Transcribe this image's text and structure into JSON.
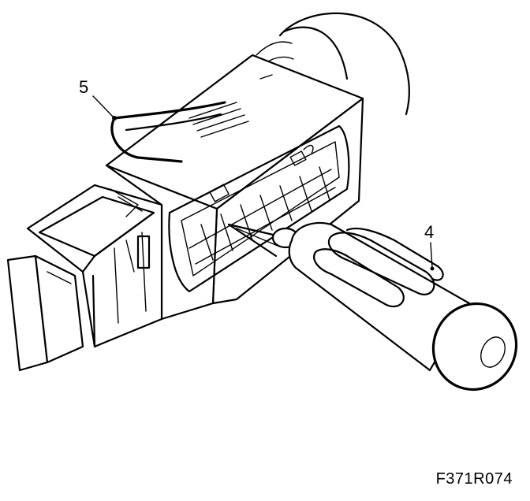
{
  "callouts": {
    "screwdriver": "4",
    "wire_clip": "5"
  },
  "figure_code": "F371R074",
  "colors": {
    "line": "#000000",
    "background": "#ffffff"
  }
}
